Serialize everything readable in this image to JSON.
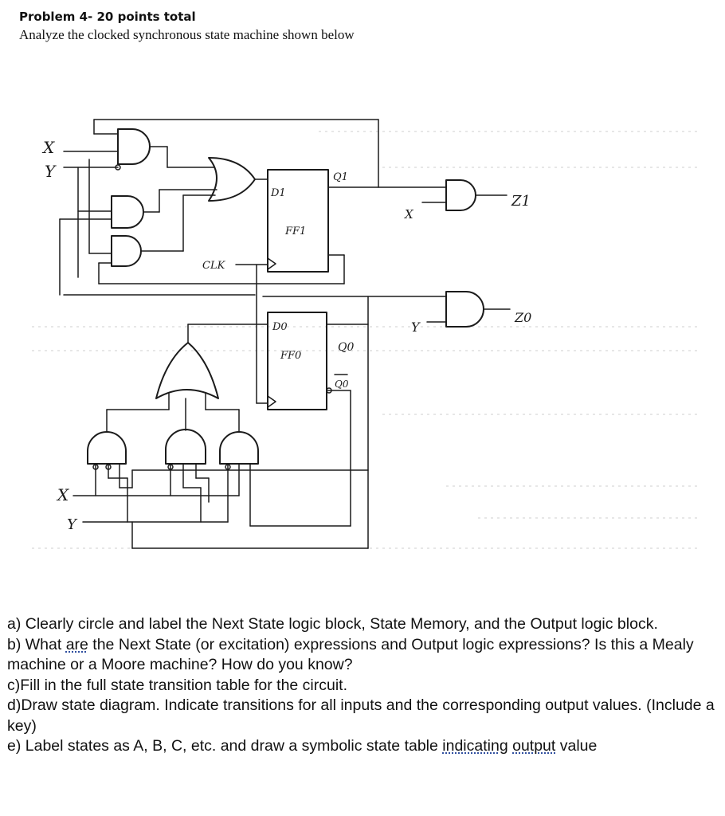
{
  "header": {
    "title": "Problem 4- 20 points total",
    "subtitle": "Analyze the clocked synchronous state machine shown below"
  },
  "circuit": {
    "labels": {
      "x_top": "X",
      "y_top": "Y",
      "d1": "D1",
      "q1": "Q1",
      "ff1": "FF1",
      "clk": "CLK",
      "x_mid": "X",
      "z1": "Z1",
      "d0": "D0",
      "ff0": "FF0",
      "q0": "Q0",
      "q0_bar": "Q0",
      "y_mid": "Y",
      "z0": "Z0",
      "x_bottom": "X",
      "y_bottom": "Y"
    }
  },
  "questions": {
    "a": "a) Clearly circle and label the Next State logic block, State Memory, and the Output logic block.",
    "b_pre": "b) What ",
    "b_are": "are",
    "b_post": " the Next State (or excitation) expressions and Output logic expressions? Is this a Mealy machine or a Moore machine? How do you know?",
    "c": "c)Fill in the full state transition table for the circuit.",
    "d": "d)Draw state diagram. Indicate transitions for all inputs and the corresponding output values. (Include a key)",
    "e_pre": "e) Label states as A, B, C, etc. and draw a symbolic state table ",
    "e_link1": "indicating",
    "e_link2": "output",
    "e_post": " value"
  }
}
